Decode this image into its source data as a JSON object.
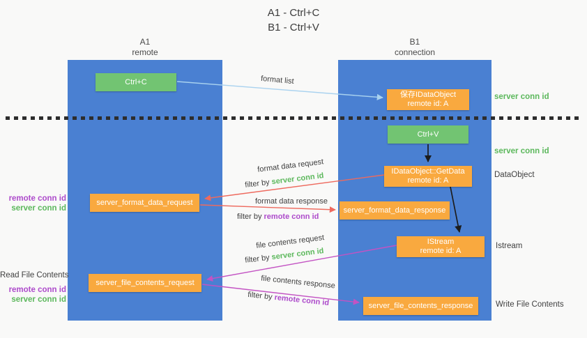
{
  "title": {
    "line1": "A1 - Ctrl+C",
    "line2": "B1 - Ctrl+V"
  },
  "columns": {
    "a": {
      "name": "A1",
      "role": "remote"
    },
    "b": {
      "name": "B1",
      "role": "connection"
    }
  },
  "boxes": {
    "ctrl_c": {
      "label": "Ctrl+C"
    },
    "save_idataobject": {
      "line1": "保存IDataObject",
      "line2": "remote id: A"
    },
    "ctrl_v": {
      "label": "Ctrl+V"
    },
    "getdata": {
      "line1": "IDataObject::GetData",
      "line2": "remote id: A"
    },
    "format_request": {
      "label": "server_format_data_request"
    },
    "format_response": {
      "label": "server_format_data_response"
    },
    "istream": {
      "line1": "IStream",
      "line2": "remote id: A"
    },
    "file_request": {
      "label": "server_file_contents_request"
    },
    "file_response": {
      "label": "server_file_contents_response"
    }
  },
  "arrow_labels": {
    "format_list": "format list",
    "format_data_request": "format data request",
    "format_data_response": "format data response",
    "file_contents_request": "file contents request",
    "file_contents_response": "file contents response",
    "filter_by": "filter by ",
    "server_conn_id": "server conn id",
    "remote_conn_id": "remote conn id"
  },
  "side_labels": {
    "server_conn_id_top": "server conn id",
    "server_conn_id_mid": "server conn id",
    "dataobject": "DataObject",
    "istream": "Istream",
    "write_file_contents": "Write File Contents",
    "read_file_contents": "Read File Contents",
    "remote_conn_id_left_1": "remote conn id",
    "server_conn_id_left_1": "server conn id",
    "remote_conn_id_left_2": "remote conn id",
    "server_conn_id_left_2": "server conn id"
  },
  "colors": {
    "column_blue": "#4a80d2",
    "box_green": "#72c472",
    "box_orange": "#f9a93f",
    "arrow_light_blue": "#a9d2ef",
    "arrow_red": "#ee6a5e",
    "arrow_magenta": "#c353c3",
    "arrow_black": "#1c1c1c",
    "text_green": "#5cb85c",
    "text_purple": "#ad4bcb",
    "text_dark": "#3f3f3f"
  }
}
